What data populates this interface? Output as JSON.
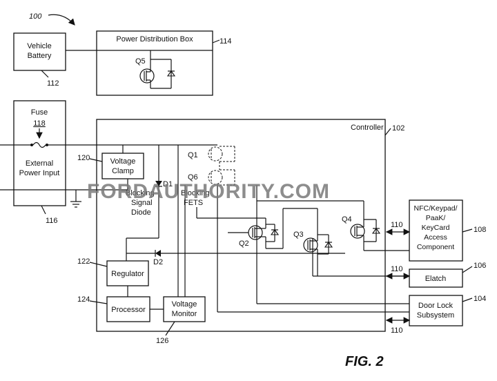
{
  "figure": {
    "number_ref": "100",
    "caption": "FIG. 2",
    "watermark": "FORDAUTHORITY.COM"
  },
  "components": {
    "vehicle_battery": {
      "lines": [
        "Vehicle",
        "Battery"
      ],
      "ref": "112"
    },
    "power_distribution_box": {
      "title": "Power Distribution Box",
      "ref": "114",
      "switch": "Q5"
    },
    "fuse": {
      "title": "Fuse",
      "number": "118",
      "lines": [
        "External",
        "Power Input"
      ],
      "ref": "116"
    },
    "controller": {
      "title": "Controller",
      "ref": "102"
    },
    "voltage_clamp": {
      "lines": [
        "Voltage",
        "Clamp"
      ],
      "ref": "120"
    },
    "blocking_signal_diode": {
      "lines": [
        "Blocking",
        "Signal",
        "Diode"
      ],
      "diode": "D1"
    },
    "blocking_fets": {
      "lines": [
        "Blocking",
        "FETS"
      ],
      "q1": "Q1",
      "q6": "Q6"
    },
    "regulator": {
      "label": "Regulator",
      "ref": "122"
    },
    "processor": {
      "label": "Processor",
      "ref": "124"
    },
    "voltage_monitor": {
      "lines": [
        "Voltage",
        "Monitor"
      ],
      "ref": "126"
    },
    "diode_d2": "D2",
    "switches": {
      "q2": "Q2",
      "q3": "Q3",
      "q4": "Q4"
    },
    "nfc_component": {
      "lines": [
        "NFC/Keypad/",
        "PaaK/",
        "KeyCard",
        "Access",
        "Component"
      ],
      "ref": "108"
    },
    "elatch": {
      "label": "Elatch",
      "ref": "106"
    },
    "door_lock": {
      "lines": [
        "Door Lock",
        "Subsystem"
      ],
      "ref": "104"
    },
    "bus_ref": "110"
  }
}
